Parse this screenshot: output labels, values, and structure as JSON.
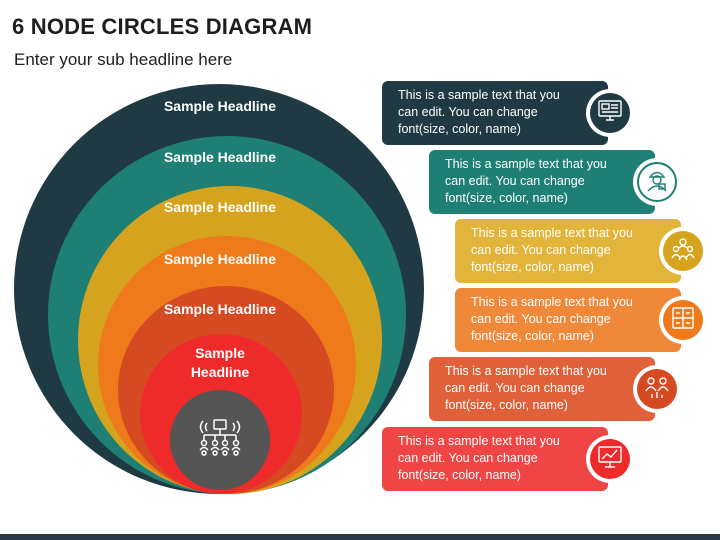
{
  "title": "6 NODE CIRCLES DIAGRAM",
  "subtitle": "Enter your sub headline here",
  "colors": {
    "dark_teal": "#1f3a42",
    "teal": "#1e8074",
    "gold": "#d6a31f",
    "orange": "#ee7a1c",
    "red_orange": "#d64a22",
    "red": "#ee2a2a",
    "center_gray": "#555555"
  },
  "circles": [
    {
      "headline": "Sample Headline",
      "color": "#1f3a42"
    },
    {
      "headline": "Sample Headline",
      "color": "#1e8074"
    },
    {
      "headline": "Sample Headline",
      "color": "#d6a31f"
    },
    {
      "headline": "Sample Headline",
      "color": "#ee7a1c"
    },
    {
      "headline": "Sample Headline",
      "color": "#d64a22"
    },
    {
      "headline_line1": "Sample",
      "headline_line2": "Headline",
      "color": "#ee2a2a"
    }
  ],
  "center_icon": "hierarchy-network-icon",
  "cards": [
    {
      "text": "This is a sample text that you can edit. You can change font(size, color, name)",
      "color": "#1f3a42",
      "icon": "computer-screen-icon"
    },
    {
      "text": "This is a sample text that you can edit. You can change font(size, color, name)",
      "color": "#1e8074",
      "icon": "worker-icon"
    },
    {
      "text": "This is a sample text that you can edit. You can change font(size, color, name)",
      "color": "#e2b43a",
      "icon": "team-group-icon"
    },
    {
      "text": "This is a sample text that you can edit. You can change font(size, color, name)",
      "color": "#f0883a",
      "icon": "boxes-grid-icon"
    },
    {
      "text": "This is a sample text that you can edit. You can change font(size, color, name)",
      "color": "#e0603a",
      "icon": "people-chart-icon"
    },
    {
      "text": "This is a sample text that you can edit. You can change font(size, color, name)",
      "color": "#f04545",
      "icon": "presentation-board-icon"
    }
  ]
}
